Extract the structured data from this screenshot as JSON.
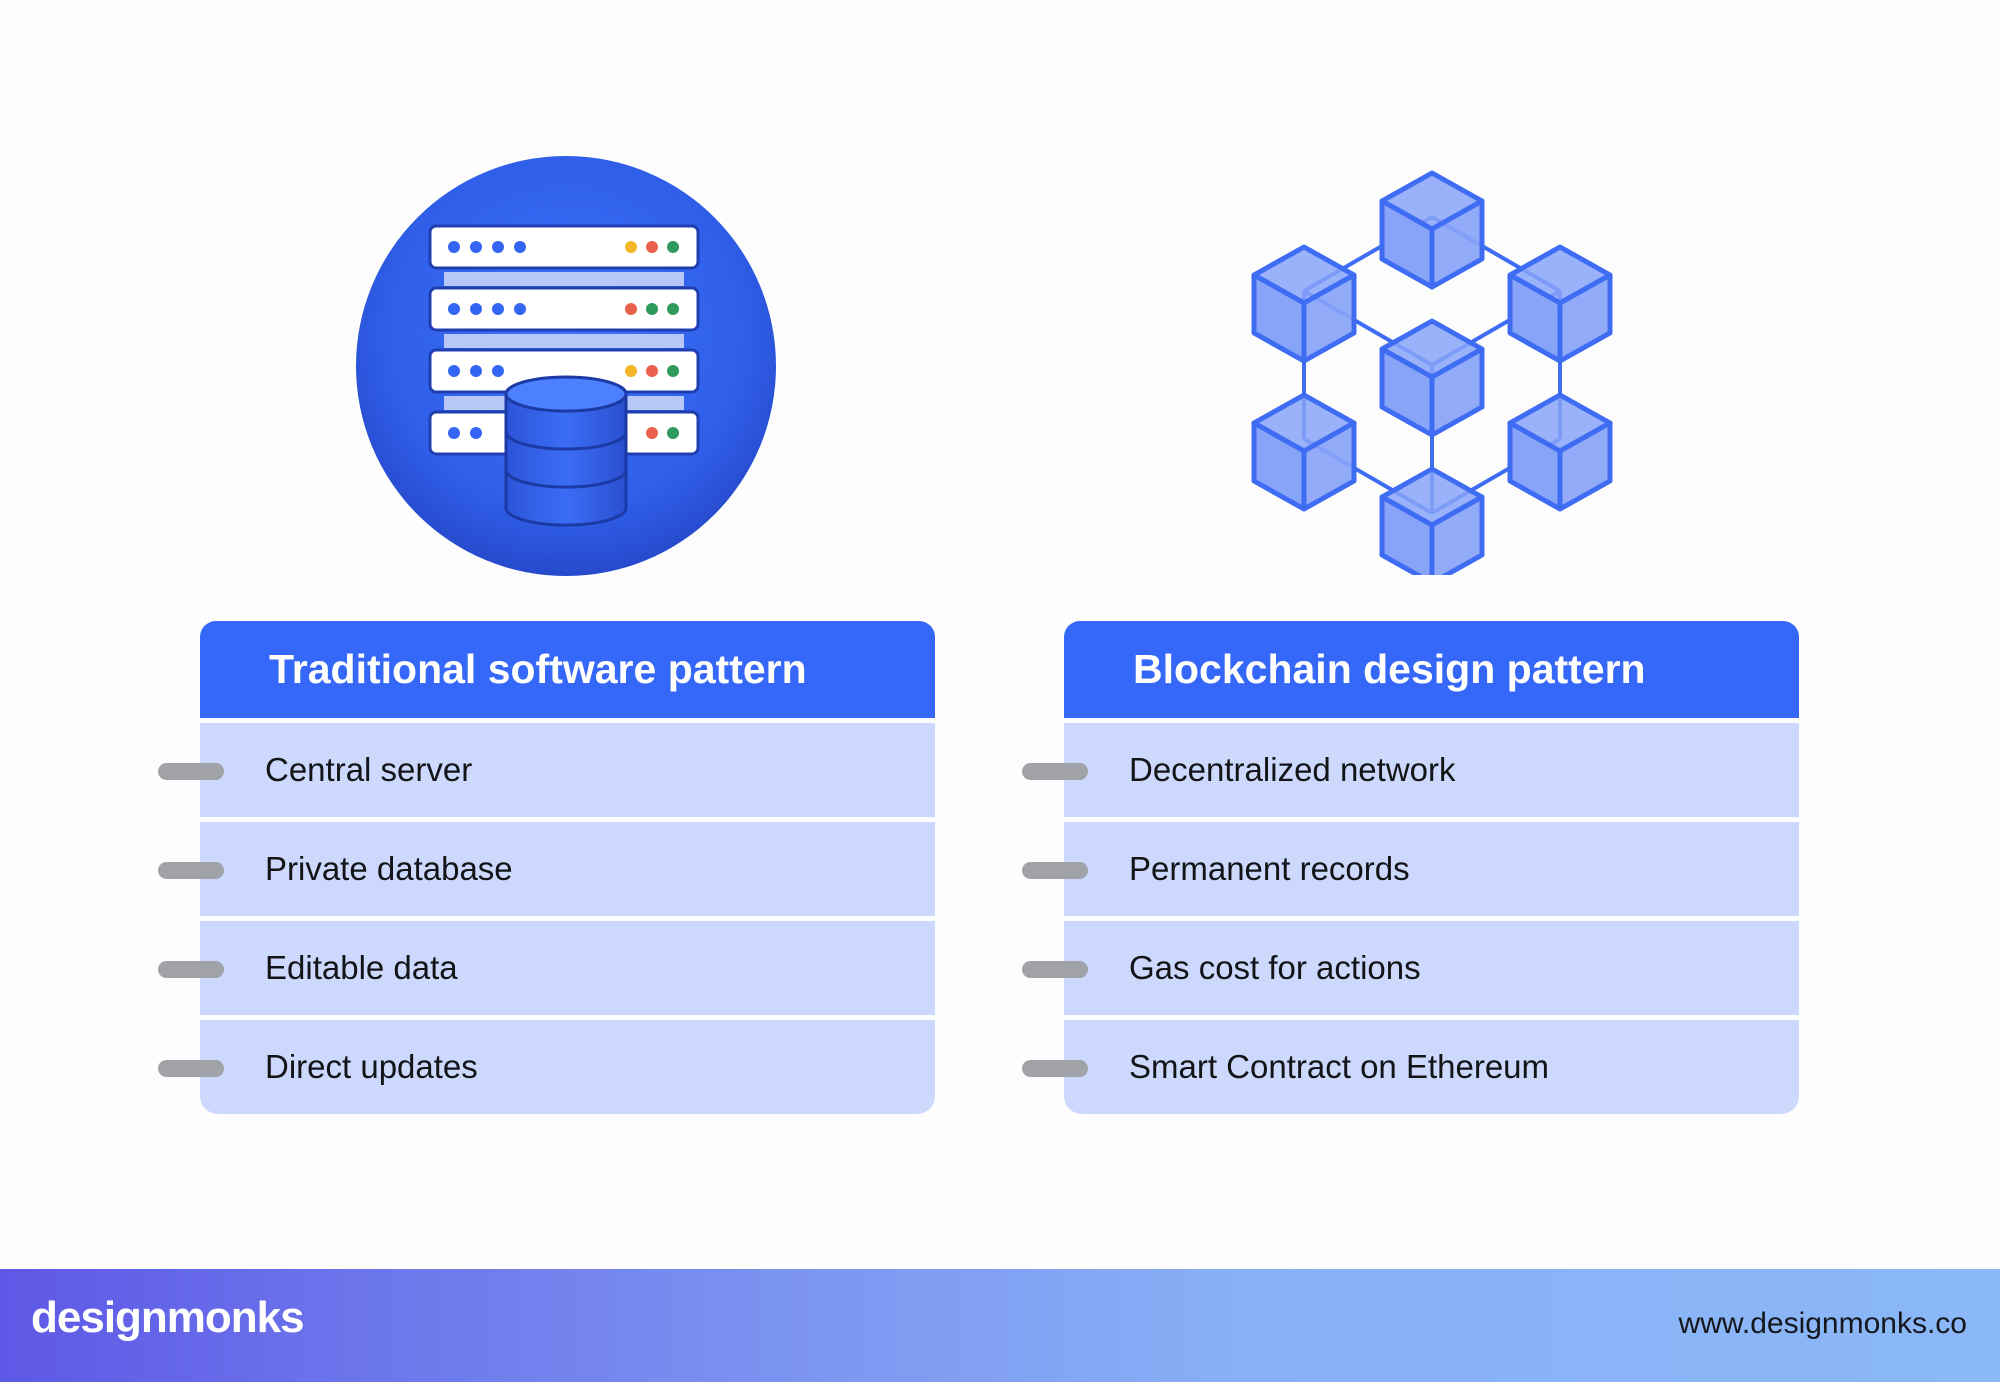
{
  "colors": {
    "primary_blue": "#3567f8",
    "row_fill": "#ccd9fd",
    "bullet_gray": "#a0a2a8",
    "text_dark": "#121417",
    "cube_fill": "#88a4f8",
    "cube_stroke": "#3e6cf3"
  },
  "illustrations": {
    "left": "server-database-icon",
    "right": "blockchain-network-icon"
  },
  "columns": [
    {
      "title": "Traditional software pattern",
      "items": [
        "Central server",
        "Private database",
        "Editable data",
        "Direct updates"
      ]
    },
    {
      "title": "Blockchain design pattern",
      "items": [
        "Decentralized network",
        "Permanent records",
        "Gas cost for actions",
        "Smart Contract on Ethereum"
      ]
    }
  ],
  "footer": {
    "brand": "designmonks",
    "website": "www.designmonks.co"
  }
}
